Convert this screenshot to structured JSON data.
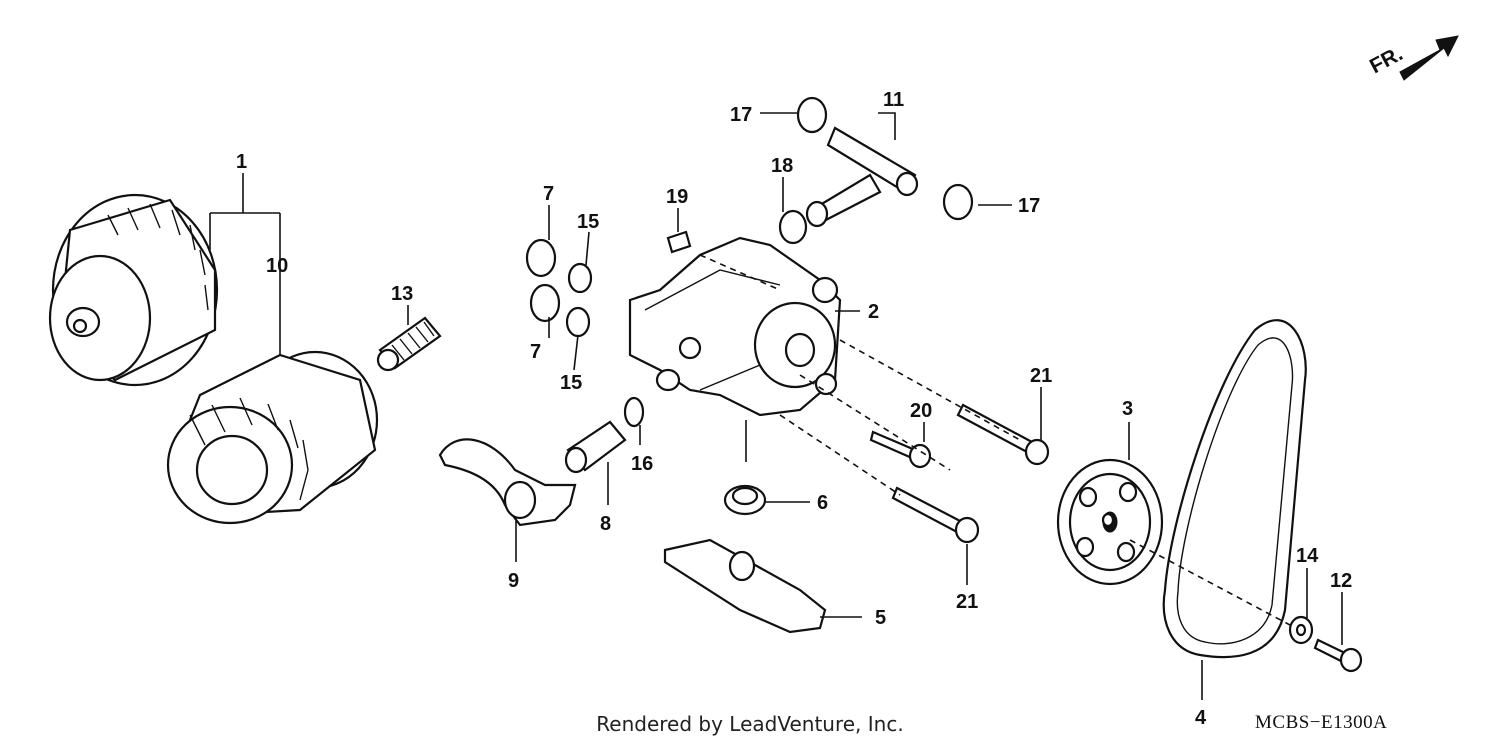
{
  "diagram": {
    "direction_label": "FR.",
    "callouts": {
      "c1": "1",
      "c2": "2",
      "c3": "3",
      "c4": "4",
      "c5": "5",
      "c6": "6",
      "c7a": "7",
      "c7b": "7",
      "c8": "8",
      "c9": "9",
      "c10": "10",
      "c11": "11",
      "c12": "12",
      "c13": "13",
      "c14": "14",
      "c15a": "15",
      "c15b": "15",
      "c16": "16",
      "c17a": "17",
      "c17b": "17",
      "c18": "18",
      "c19": "19",
      "c20": "20",
      "c21a": "21",
      "c21b": "21"
    },
    "credit": "Rendered by LeadVenture, Inc.",
    "code": "MCBS−E1300A"
  }
}
